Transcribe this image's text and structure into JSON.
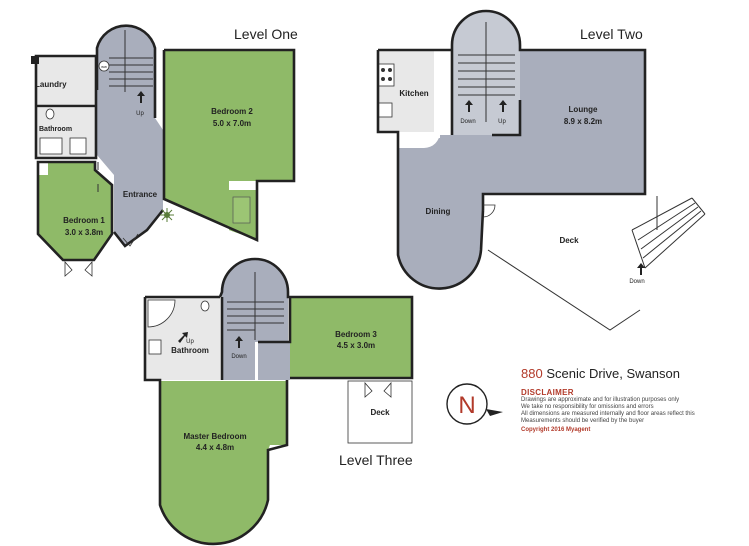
{
  "levels": {
    "one": "Level One",
    "two": "Level Two",
    "three": "Level Three"
  },
  "rooms": {
    "laundry": "Laundry",
    "bathroom1": "Bathroom",
    "bedroom1": "Bedroom 1",
    "bedroom1_dim": "3.0 x 3.8m",
    "entrance": "Entrance",
    "bedroom2": "Bedroom 2",
    "bedroom2_dim": "5.0 x 7.0m",
    "kitchen": "Kitchen",
    "lounge": "Lounge",
    "lounge_dim": "8.9 x 8.2m",
    "dining": "Dining",
    "deck2": "Deck",
    "bathroom3": "Bathroom",
    "bedroom3": "Bedroom 3",
    "bedroom3_dim": "4.5 x 3.0m",
    "master": "Master Bedroom",
    "master_dim": "4.4 x 4.8m",
    "deck3": "Deck"
  },
  "stairs": {
    "up1": "Up",
    "down2": "Down",
    "up2": "Up",
    "down_deck": "Down",
    "up3": "Up",
    "down3": "Down"
  },
  "fixtures": {
    "ww": "ww"
  },
  "compass": {
    "letter": "N"
  },
  "address": {
    "number": "880",
    "street": " Scenic Drive, Swanson"
  },
  "disclaimer": {
    "title": "DISCLAIMER",
    "lines": [
      "Drawings are approximate and for illustration purposes only",
      "We take no responsibility for omissions and errors",
      "All dimensions are measured internally and floor areas reflect this",
      "Measurements should be verified by the buyer"
    ],
    "copyright": "Copyright 2016   Myagent"
  },
  "colors": {
    "bedroom_green": "#8fba68",
    "circulation_grey": "#a9aebc",
    "wall": "#222222",
    "accent_red": "#b23a2a"
  }
}
